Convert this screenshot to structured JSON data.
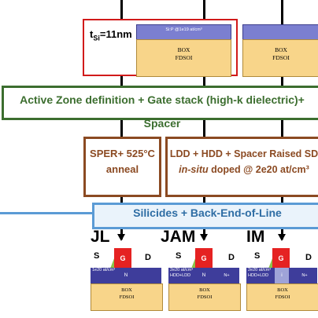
{
  "top_stack": {
    "tsi_main": "t",
    "tsi_sub": "Si",
    "tsi_value": "=11nm",
    "si_layer": "Si:P @1e19 at/cm³",
    "box_line1": "BOX",
    "box_line2": "FDSOI",
    "right_box_line1": "BOX",
    "right_box_line2": "FDSOI"
  },
  "steps": {
    "active_zone": "Active Zone definition + Gate stack (high-k dielectric)+ Spacer",
    "sper_line1": "SPER+ 525°C",
    "sper_line2": "anneal",
    "ldd_line1": "LDD + HDD + Spacer Raised SD",
    "ldd_line2_italic": "in-situ",
    "ldd_line2_rest": " doped @ 2e20 at/cm³",
    "silicides": "Silicides + Back-End-of-Line"
  },
  "devices": [
    {
      "label": "JL",
      "source": "S",
      "drain": "D",
      "gate": "G",
      "left_text": "1e20 at/cm³",
      "channel": "N",
      "right_text": "",
      "box_line1": "BOX",
      "box_line2": "FDSOI"
    },
    {
      "label": "JAM",
      "source": "S",
      "drain": "D",
      "gate": "G",
      "left_text": "2e20 at/cm³",
      "left_text2": "HDD+LDD",
      "channel": "N",
      "right_text": "N+",
      "box_line1": "BOX",
      "box_line2": "FDSOI"
    },
    {
      "label": "IM",
      "source": "S",
      "drain": "D",
      "gate": "G",
      "left_text": "2e20 at/cm³",
      "left_text2": "HDD+LDD",
      "channel": "i",
      "right_text": "N+",
      "box_line1": "BOX",
      "box_line2": "FDSOI"
    }
  ],
  "colors": {
    "red": "#d11a1a",
    "green": "#3c6e2f",
    "brown": "#8b4a22",
    "blue": "#5b9bd5",
    "channel": "#3e3d9b",
    "box": "#f8d58a",
    "gate": "#e52222",
    "spacer": "#8bc34a"
  }
}
